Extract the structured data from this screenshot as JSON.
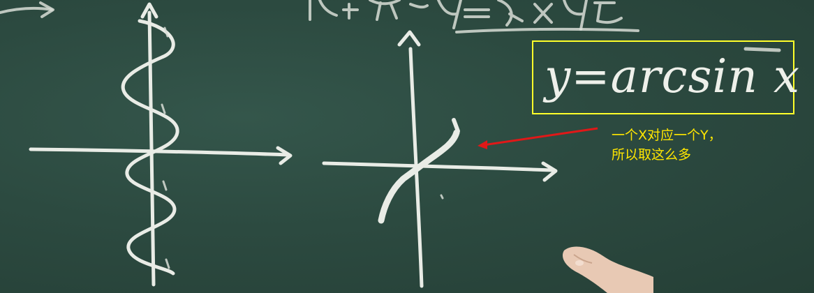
{
  "formula": {
    "text": "y=arcsin x",
    "box_color": "#ffff2a"
  },
  "annotation": {
    "line1": "一个X对应一个Y，",
    "line2": "所以取这么多",
    "text_color": "#ffe600",
    "arrow_color": "#e01818"
  },
  "board": {
    "background_color": "#2c4a40",
    "chalk_color": "#e9ece6"
  }
}
